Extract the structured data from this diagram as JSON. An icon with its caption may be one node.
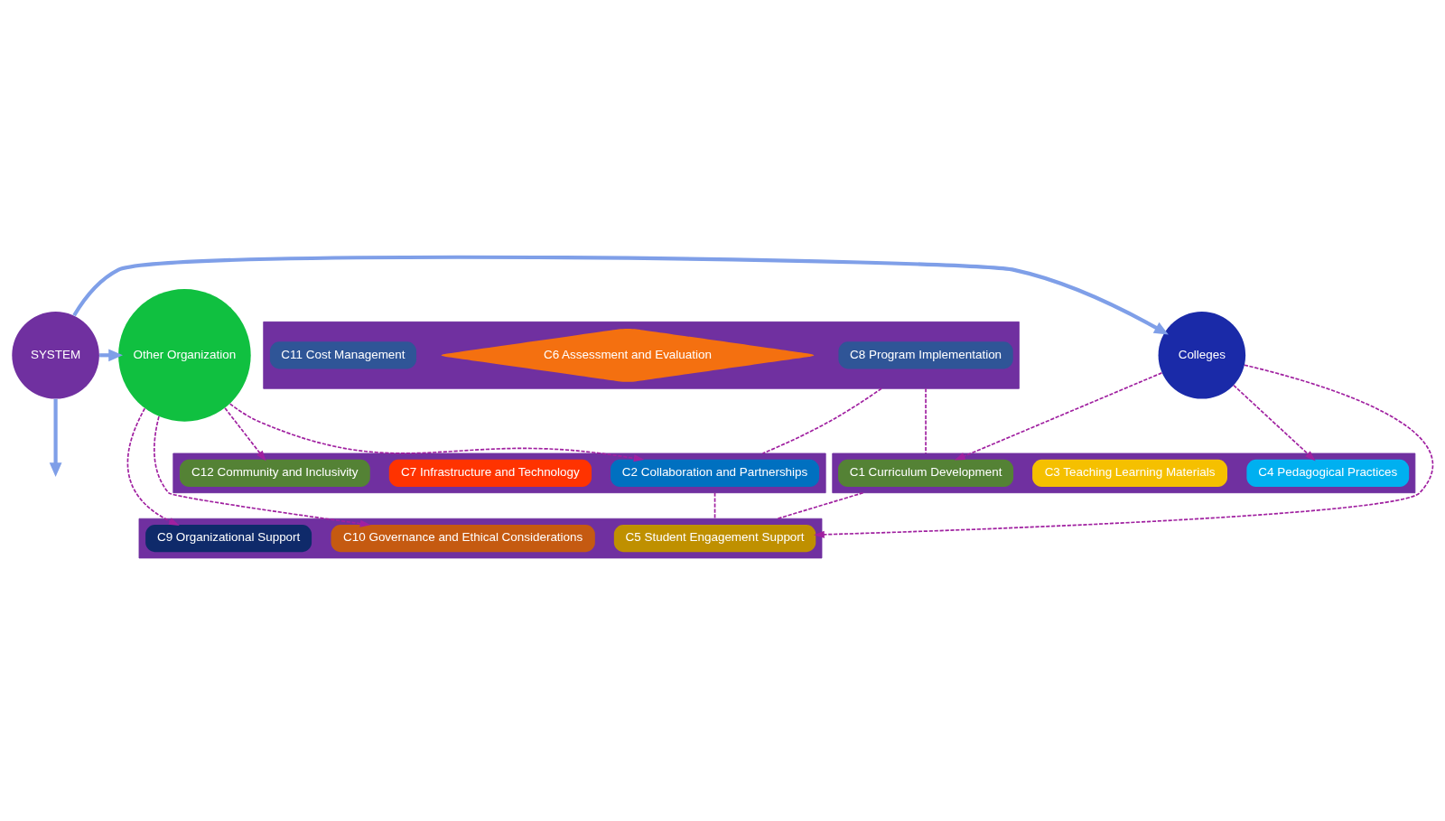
{
  "diagram": {
    "nodes": [
      {
        "text": [],
        "shape": "box"
      },
      {
        "text": [
          "C8 Program Implementation"
        ],
        "in": 0
      },
      {
        "text": [
          "C6 Assessment and Evaluation"
        ],
        "in": 0
      },
      {
        "text": [
          "C11 Cost Management"
        ],
        "in": 0
      },
      {
        "text": [],
        "shape": "box"
      },
      {
        "text": [
          "C1 Curriculum Development"
        ],
        "in": 4
      },
      {
        "text": [
          "C3 Teaching Learning Materials"
        ],
        "in": 4
      },
      {
        "text": [
          "C4 Pedagogical Practices"
        ],
        "in": 4
      },
      {
        "text": [],
        "shape": "box"
      },
      {
        "text": [
          "C2 Collaboration and Partnerships"
        ],
        "in": 8
      },
      {
        "text": [
          "C7 Infrastructure and Technology"
        ],
        "in": 8
      },
      {
        "text": [
          "C12 Community and Inclusivity"
        ],
        "in": 8
      },
      {
        "text": [
          "Colleges"
        ]
      },
      {
        "text": [
          "SYSTEM"
        ]
      },
      {
        "text": [
          "Other Organization"
        ]
      },
      {
        "text": [],
        "shape": "box"
      },
      {
        "text": [
          "C5 Student Engagement Support"
        ],
        "in": 15
      },
      {
        "text": [
          "C9 Organizational Support"
        ],
        "in": 15
      },
      {
        "text": [
          "C10 Governance and Ethical Considerations"
        ],
        "in": 15
      }
    ],
    "edges": [
      {
        "from": 0,
        "to": 4,
        "arrow": "none",
        "style": "dashed"
      },
      {
        "from": 0,
        "to": 8,
        "arrow": "none",
        "style": "dashed"
      },
      {
        "from": 4,
        "to": 15,
        "arrow": "none",
        "style": "dashed"
      },
      {
        "from": 8,
        "to": 15,
        "arrow": "none",
        "style": "dashed"
      },
      {
        "from": 13,
        "to": null,
        "arrow": "to",
        "color": "#7f9fe8",
        "style": "thick"
      },
      {
        "from": 13,
        "to": 12,
        "arrow": "to",
        "color": "#7f9fe8",
        "style": "thick"
      },
      {
        "from": 13,
        "to": 14,
        "arrow": "to",
        "color": "#7f9fe8",
        "style": "thick"
      },
      {
        "from": 12,
        "to": 5,
        "arrow": "to",
        "style": "dashed"
      },
      {
        "from": 12,
        "to": 7,
        "arrow": "to",
        "style": "dashed"
      },
      {
        "from": 12,
        "to": 16,
        "arrow": "to",
        "style": "dashed"
      },
      {
        "from": 14,
        "to": 9,
        "arrow": "to",
        "style": "dashed"
      },
      {
        "from": 14,
        "to": 11,
        "arrow": "to",
        "style": "dashed"
      },
      {
        "from": 14,
        "to": 17,
        "arrow": "to",
        "style": "dashed"
      },
      {
        "from": 14,
        "to": 18,
        "arrow": "to",
        "style": "dashed"
      }
    ]
  }
}
